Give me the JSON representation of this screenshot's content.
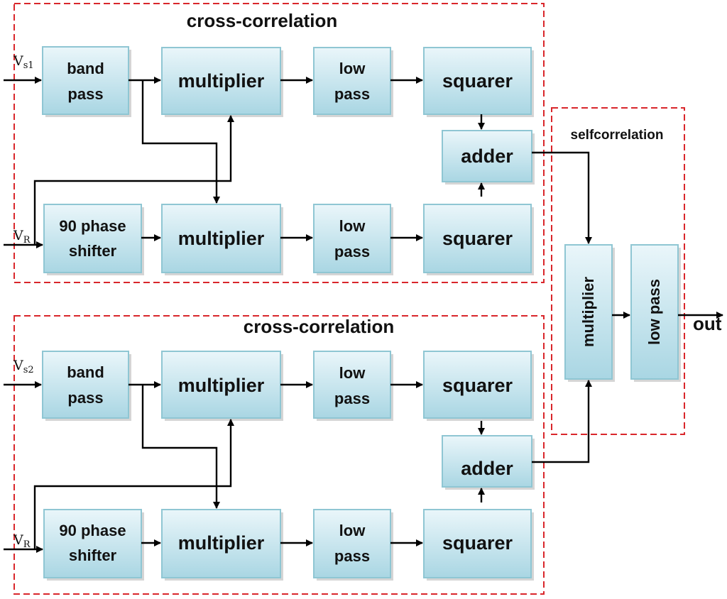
{
  "groups": {
    "top_title": "cross-correlation",
    "bottom_title": "cross-correlation",
    "self_title": "selfcorrelation"
  },
  "inputs": {
    "vs1_main": "V",
    "vs1_sub": "s1",
    "vr1_main": "V",
    "vr1_sub": "R",
    "vs2_main": "V",
    "vs2_sub": "s2",
    "vr2_main": "V",
    "vr2_sub": "R"
  },
  "top": {
    "bandpass": [
      "band",
      "pass"
    ],
    "phase": [
      "90 phase",
      "shifter"
    ],
    "mult1": "multiplier",
    "mult2": "multiplier",
    "lowpass1": [
      "low",
      "pass"
    ],
    "lowpass2": [
      "low",
      "pass"
    ],
    "squarer1": "squarer",
    "squarer2": "squarer",
    "adder": "adder"
  },
  "bottom": {
    "bandpass": [
      "band",
      "pass"
    ],
    "phase": [
      "90 phase",
      "shifter"
    ],
    "mult1": "multiplier",
    "mult2": "multiplier",
    "lowpass1": [
      "low",
      "pass"
    ],
    "lowpass2": [
      "low",
      "pass"
    ],
    "squarer1": "squarer",
    "squarer2": "squarer",
    "adder": "adder"
  },
  "self": {
    "multiplier": "multiplier",
    "lowpass": "low pass"
  },
  "output": "out",
  "colors": {
    "box_top": "#eaf6fa",
    "box_bottom": "#a9d6e3",
    "box_border": "#8fc6d3",
    "dashed_border": "#d9262b"
  }
}
